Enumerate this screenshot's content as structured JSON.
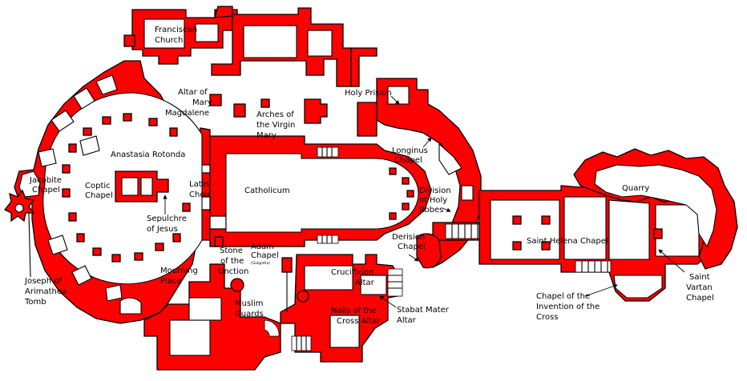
{
  "labels": {
    "franciscan_church": [
      "Franciscan",
      "Church"
    ],
    "altar_mary_magdalene": [
      "Altar of",
      "Mary",
      "Magdalene"
    ],
    "arches_virgin_mary": [
      "Arches of",
      "the Virgin",
      "Mary"
    ],
    "holy_prison": [
      "Holy Prision"
    ],
    "anastasia_rotonda": [
      "Anastasia Rotonda"
    ],
    "jacobite_chapel": [
      "Jacobite",
      "Chapel"
    ],
    "coptic_chapel": [
      "Coptic",
      "Chapel"
    ],
    "latin_choir": [
      "Latin",
      "Choir"
    ],
    "catholicum": [
      "Catholicum"
    ],
    "longinus_chapel": [
      "Longinus",
      "Chapel"
    ],
    "division_holy_robes": [
      "Division",
      "of Holy",
      "Robes"
    ],
    "quarry": [
      "Quarry"
    ],
    "sepulchre_of_jesus": [
      "Sepulchre",
      "of Jesus"
    ],
    "derision_chapel": [
      "Derision",
      "Chapel"
    ],
    "saint_helena_chapel": [
      "Saint Helena Chapel"
    ],
    "stone_of_unction": [
      "Stone",
      "of the",
      "Unction"
    ],
    "adam_chapel": [
      "Adam",
      "Chapel"
    ],
    "adam_chapel_small": "(Golgotha)",
    "crucifixion_altar": [
      "Crucifixion",
      "Altar"
    ],
    "mourning_place": [
      "Mourning",
      "Place"
    ],
    "muslim_guards": [
      "Muslim",
      "Guards"
    ],
    "nails_cross_altar": [
      "Nails of the",
      "Cross Altar"
    ],
    "stabat_mater_altar": [
      "Stabat Mater",
      "Altar"
    ],
    "invention_of_cross": [
      "Chapel of the",
      "Invention of the",
      "Cross"
    ],
    "saint_vartan_chapel": [
      "Saint",
      "Vartan",
      "Chapel"
    ],
    "joseph_arimathea_tomb": [
      "Joseph of",
      "Arimathea",
      "Tomb"
    ]
  },
  "colors": {
    "wall": "#ff0000",
    "outline": "#000000",
    "background": "#ffffff"
  }
}
